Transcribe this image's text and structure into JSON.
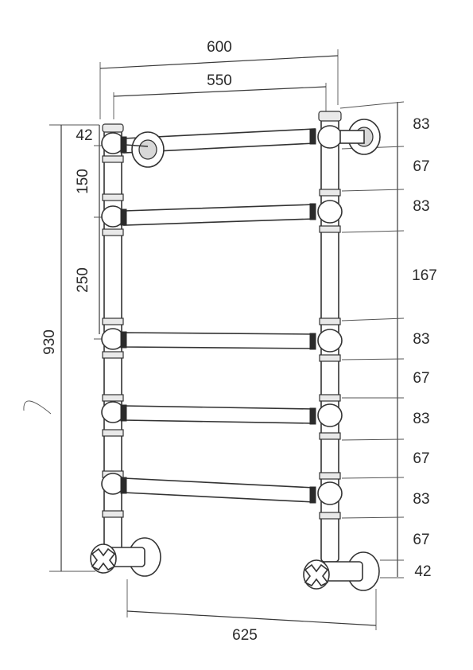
{
  "dimensions": {
    "width_total": "600",
    "width_rail": "550",
    "width_bottom": "625",
    "height_total": "930",
    "left_top": "42",
    "left_150": "150",
    "left_250": "250",
    "right": [
      "83",
      "67",
      "83",
      "167",
      "83",
      "67",
      "83",
      "67",
      "83",
      "67",
      "42"
    ]
  }
}
